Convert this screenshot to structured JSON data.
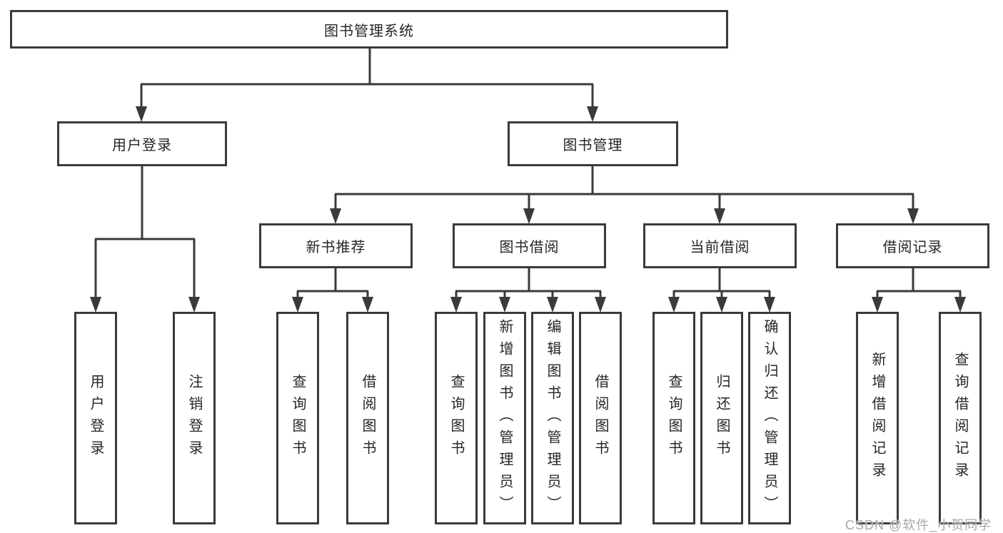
{
  "diagram": {
    "root": {
      "label": "图书管理系统"
    },
    "level2": [
      {
        "label": "用户登录"
      },
      {
        "label": "图书管理"
      }
    ],
    "level3": [
      {
        "label": "新书推荐"
      },
      {
        "label": "图书借阅"
      },
      {
        "label": "当前借阅"
      },
      {
        "label": "借阅记录"
      }
    ],
    "leaves": {
      "user_login": [
        "用户登录",
        "注销登录"
      ],
      "new_books": [
        "查询图书",
        "借阅图书"
      ],
      "book_borrow": [
        "查询图书",
        "新增图书（管理员）",
        "编辑图书（管理员）",
        "借阅图书"
      ],
      "current_borrow": [
        "查询图书",
        "归还图书",
        "确认归还（管理员）"
      ],
      "borrow_records": [
        "新增借阅记录",
        "查询借阅记录"
      ]
    }
  },
  "watermark": {
    "text": "CSDN @软件_小贺同学"
  },
  "colors": {
    "line": "#3a3a3a",
    "text": "#262626",
    "background": "#ffffff",
    "watermark": "#a8a8a8"
  }
}
